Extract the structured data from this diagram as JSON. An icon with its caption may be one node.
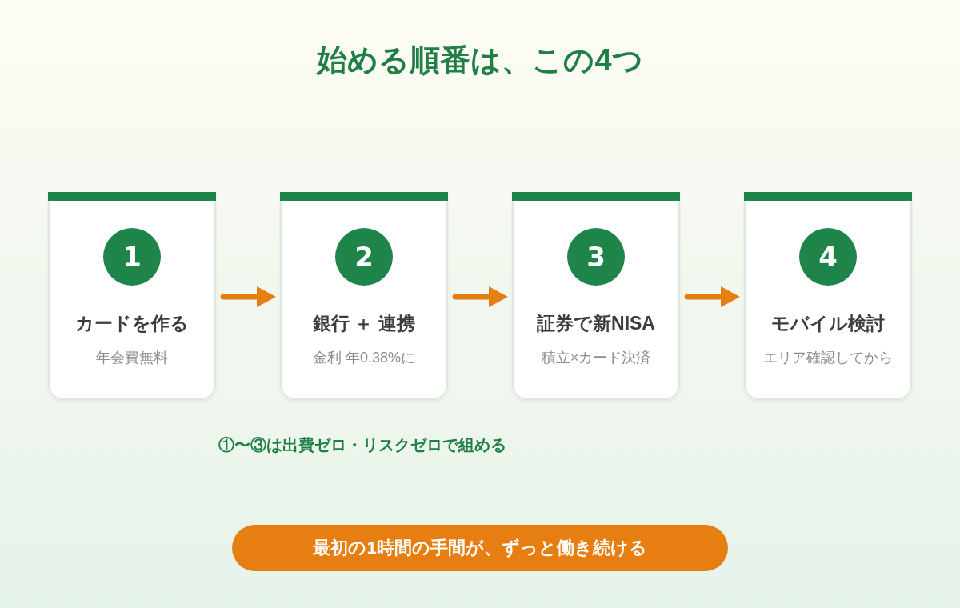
{
  "diagram": {
    "title": "始める順番は、この4つ",
    "nodes": [
      {
        "text": [
          "カードを作る",
          "年会費無料"
        ]
      },
      {
        "text": [
          "1"
        ],
        "in": 0
      },
      {
        "text": [
          "銀行 ＋ 連携",
          "金利 年0.38%に"
        ]
      },
      {
        "text": [
          "2"
        ],
        "in": 2
      },
      {
        "text": [
          "証券で新NISA",
          "積立×カード決済"
        ]
      },
      {
        "text": [
          "3"
        ],
        "in": 4
      },
      {
        "text": [
          "モバイル検討",
          "エリア確認してから"
        ]
      },
      {
        "text": [
          "4"
        ],
        "in": 6
      },
      {
        "text": [
          "最初の1時間の手間が、ずっと働き続ける"
        ]
      }
    ],
    "edges": [
      {
        "from": 0,
        "to": 2,
        "arrow": "to"
      },
      {
        "from": 2,
        "to": 4,
        "arrow": "to"
      },
      {
        "from": 4,
        "to": 6,
        "arrow": "to"
      }
    ],
    "labels": [
      "①〜③は出費ゼロ・リスクゼロで組める"
    ]
  }
}
